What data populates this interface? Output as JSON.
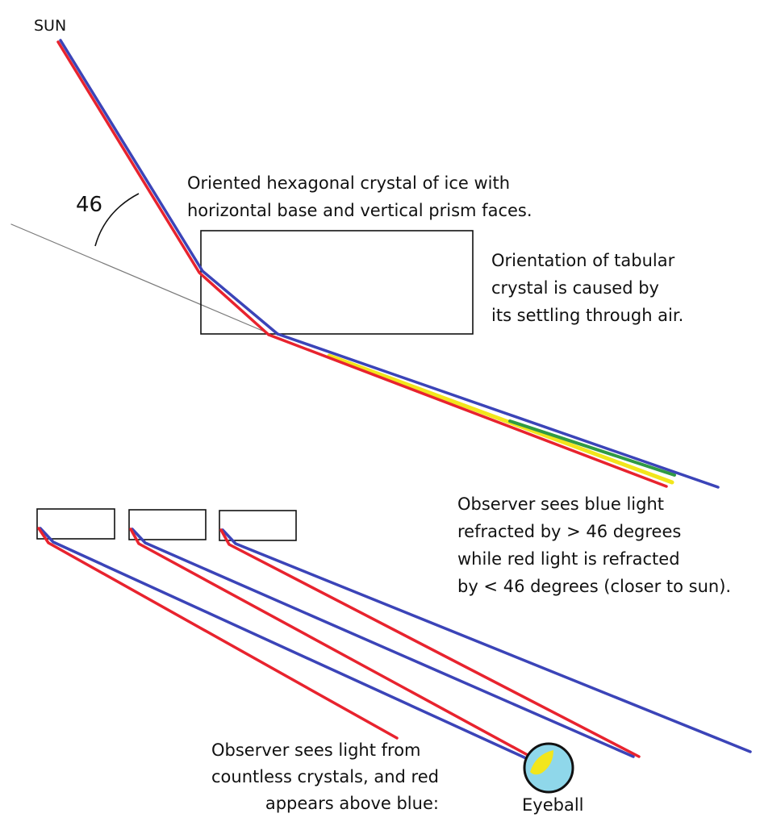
{
  "labels": {
    "sun": "SUN",
    "angle": "46",
    "crystal_caption": [
      "Oriented hexagonal crystal of ice with",
      "horizontal base and vertical prism faces."
    ],
    "orientation_caption": [
      "Orientation of tabular",
      "crystal is caused by",
      "its settling through air."
    ],
    "refraction_caption": [
      "Observer sees blue light",
      "refracted by > 46 degrees",
      "while red light is refracted",
      "by < 46 degrees (closer to sun)."
    ],
    "observer_caption": [
      "Observer sees light from",
      "countless crystals, and red",
      "appears above blue:"
    ],
    "eyeball": "Eyeball"
  },
  "colors": {
    "red": "#e8232e",
    "blue": "#3b44b8",
    "yellow": "#f2e61c",
    "green": "#2f9a44",
    "eye_fill": "#8fd7ea",
    "eye_pupil": "#f2e61c",
    "outline": "#111111",
    "guide": "#7a7a7a"
  }
}
